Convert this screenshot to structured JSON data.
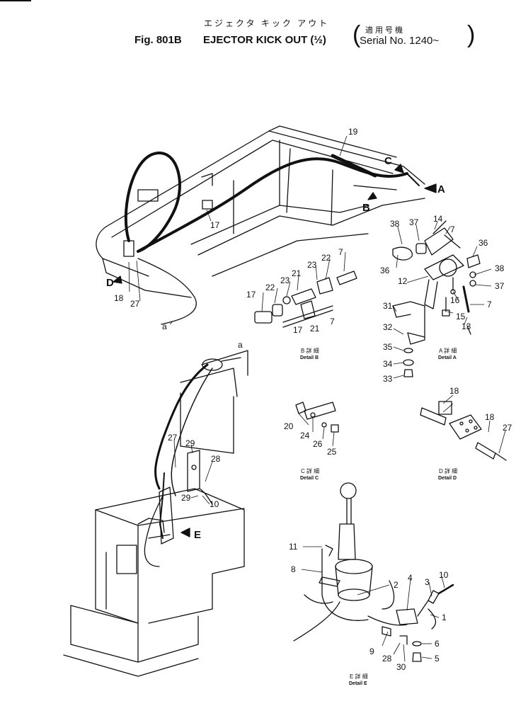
{
  "header": {
    "jp_title": "エジェクタ キック アウト",
    "jp_serial": "適用号機",
    "fig_label": "Fig. 801B",
    "title": "EJECTOR KICK OUT (½)",
    "serial": "Serial No. 1240~"
  },
  "callouts": {
    "c1": "1",
    "c2": "2",
    "c3": "3",
    "c4": "4",
    "c5": "5",
    "c6": "6",
    "c7a": "7",
    "c7b": "7",
    "c7c": "7",
    "c7d": "7",
    "c8": "8",
    "c9": "9",
    "c10a": "10",
    "c10b": "10",
    "c11": "11",
    "c12": "12",
    "c13": "13",
    "c14": "14",
    "c15": "15",
    "c16": "16",
    "c17a": "17",
    "c17b": "17",
    "c17c": "17",
    "c18a": "18",
    "c18b": "18",
    "c18c": "18",
    "c19": "19",
    "c20": "20",
    "c21a": "21",
    "c21b": "21",
    "c22": "22",
    "c23": "23",
    "c24": "24",
    "c25": "25",
    "c26": "26",
    "c27a": "27",
    "c27b": "27",
    "c27c": "27",
    "c28a": "28",
    "c28b": "28",
    "c29a": "29",
    "c29b": "29",
    "c30": "30",
    "c31": "31",
    "c32": "32",
    "c33": "33",
    "c34": "34",
    "c35": "35",
    "c36a": "36",
    "c36b": "36",
    "c37a": "37",
    "c37b": "37",
    "c38a": "38",
    "c38b": "38",
    "ca1": "a",
    "ca2": "a"
  },
  "view_letters": {
    "A": "A",
    "B": "B",
    "C": "C",
    "D": "D",
    "E": "E"
  },
  "details": {
    "B": {
      "jp": "B 詳 細",
      "en": "Detail B"
    },
    "A": {
      "jp": "A 詳 細",
      "en": "Detail A"
    },
    "C": {
      "jp": "C 詳 細",
      "en": "Detail C"
    },
    "D": {
      "jp": "D 詳 細",
      "en": "Detail D"
    },
    "E": {
      "jp": "E 詳 細",
      "en": "Detail E"
    }
  },
  "colors": {
    "ink": "#111111",
    "paper": "#ffffff"
  }
}
